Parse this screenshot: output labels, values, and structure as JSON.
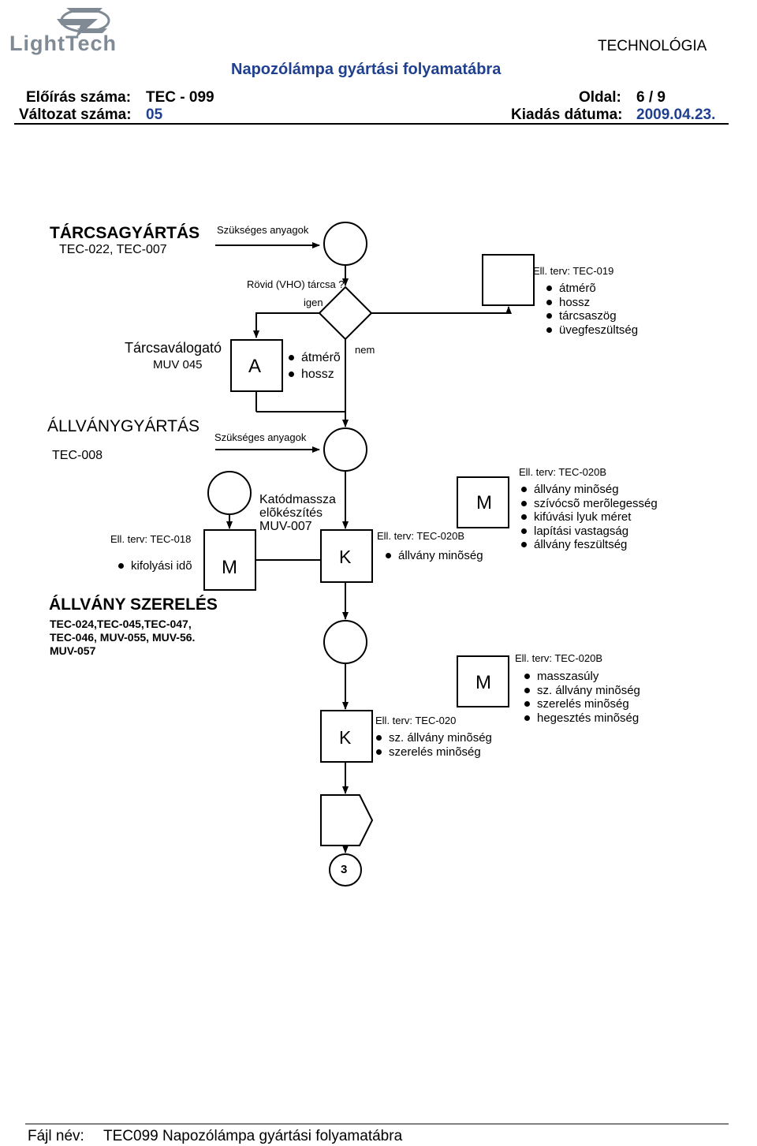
{
  "header": {
    "logo_text": "LightTech",
    "technology": "TECHNOLÓGIA",
    "doc_title": "Napozólámpa gyártási folyamatábra",
    "spec_no_label": "Előírás száma:",
    "spec_no_value": "TEC - 099",
    "page_label": "Oldal:",
    "page_value": "6 / 9",
    "version_label": "Változat száma:",
    "version_value": "05",
    "issue_date_label": "Kiadás dátuma:",
    "issue_date_value": "2009.04.23."
  },
  "section1": {
    "title": "TÁRCSAGYÁRTÁS",
    "refs": "TEC-022, TEC-007",
    "materials": "Szükséges anyagok",
    "decision_question": "Rövid (VHO) tárcsa ?",
    "yes": "igen",
    "no": "nem",
    "sort_label": "Tárcsaválogató",
    "sort_ref": "MUV 045",
    "a_symbol": "A",
    "a_checks": [
      "átmérõ",
      "hossz"
    ],
    "plan_label": "Ell. terv: TEC-019",
    "plan_checks": [
      "átmérõ",
      "hossz",
      "tárcsaszög",
      "üvegfeszültség"
    ]
  },
  "section2": {
    "title": "ÁLLVÁNYGYÁRTÁS",
    "ref": "TEC-008",
    "materials": "Szükséges anyagok",
    "left_plan": "Ell. terv: TEC-018",
    "left_checks": [
      "kifolyási idõ"
    ],
    "m_left": "M",
    "cathode": [
      "Katódmassza",
      "elõkészítés",
      "MUV-007"
    ],
    "k_symbol": "K",
    "k_plan": "Ell. terv: TEC-020B",
    "k_checks": [
      "állvány minõség"
    ],
    "m_right": "M",
    "right_plan": "Ell. terv: TEC-020B",
    "right_checks": [
      "állvány minõség",
      "szívócsõ merõlegesség",
      "kifúvási lyuk méret",
      "lapítási vastagság",
      "állvány feszültség"
    ]
  },
  "section3": {
    "title": "ÁLLVÁNY SZERELÉS",
    "refs": [
      "TEC-024,TEC-045,TEC-047,",
      "TEC-046, MUV-055, MUV-56.",
      "MUV-057"
    ],
    "k_symbol": "K",
    "k_plan": "Ell. terv: TEC-020",
    "k_checks": [
      "sz. állvány minõség",
      "szerelés minõség"
    ],
    "m_symbol": "M",
    "m_plan": "Ell. terv: TEC-020B",
    "m_checks": [
      "masszasúly",
      "sz. állvány minõség",
      "szerelés minõség",
      "hegesztés minõség"
    ]
  },
  "connector": "3",
  "footer": {
    "file_label": "Fájl név:",
    "file_name": "TEC099 Napozólámpa gyártási folyamatábra"
  }
}
